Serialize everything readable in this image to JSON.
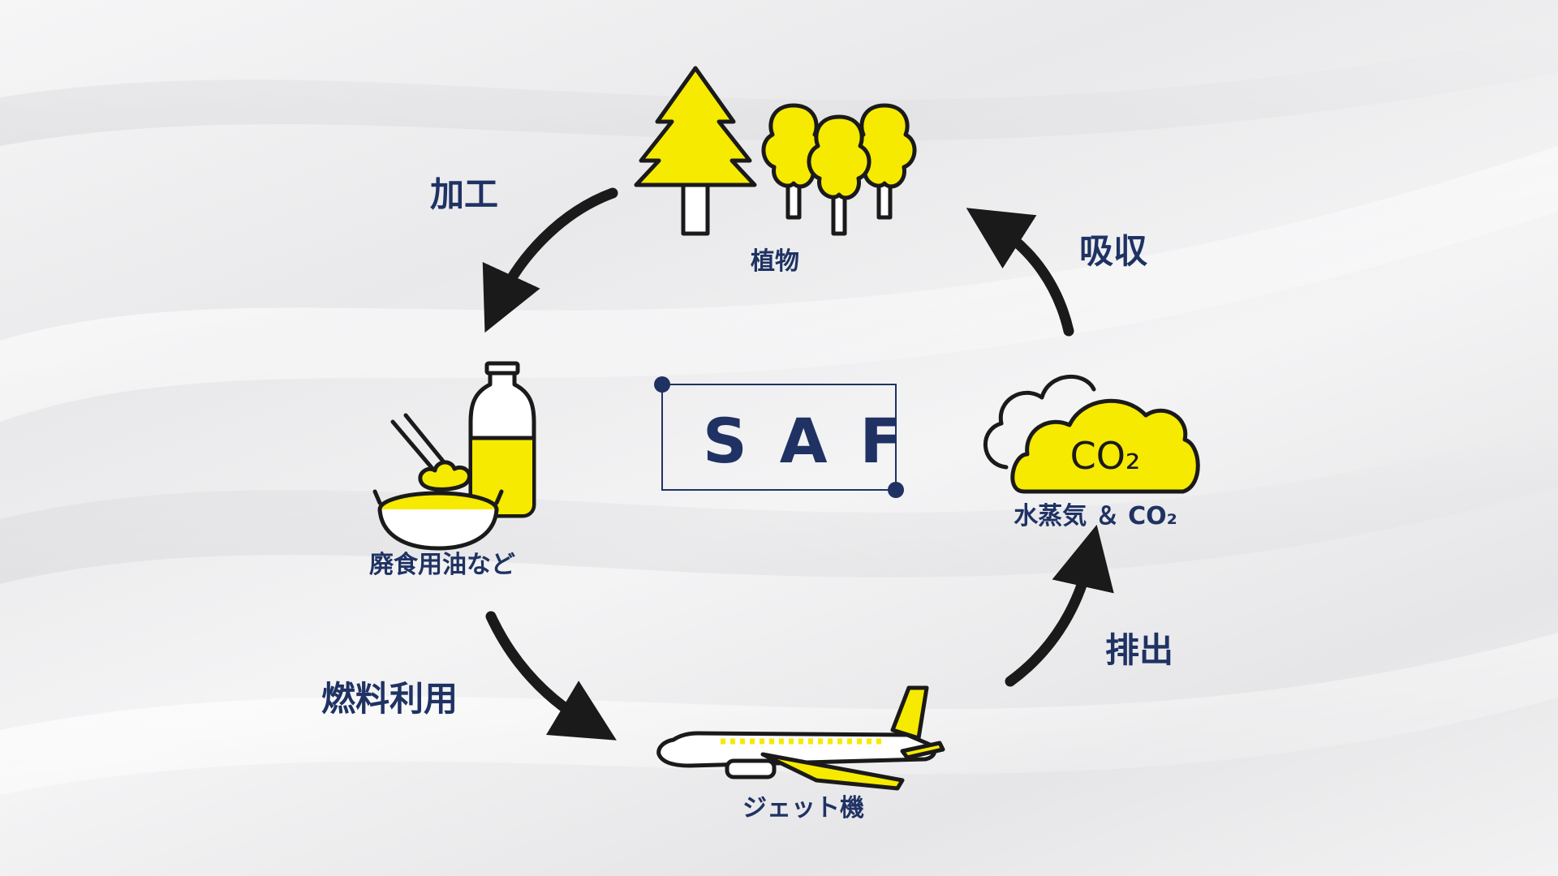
{
  "center": {
    "label": "SAF"
  },
  "nodes": {
    "plants": {
      "label": "植物",
      "icon": "trees-icon"
    },
    "oil": {
      "label": "廃食用油など",
      "icon": "cooking-oil-icon"
    },
    "jet": {
      "label": "ジェット機",
      "icon": "airplane-icon"
    },
    "co2": {
      "label": "水蒸気 ＆ CO₂",
      "icon": "co2-cloud-icon",
      "cloud_text": "CO₂"
    }
  },
  "steps": {
    "process": "加工",
    "fuel_use": "燃料利用",
    "emission": "排出",
    "absorb": "吸収"
  },
  "colors": {
    "accent_yellow": "#f6ea00",
    "navy_text": "#1f3263",
    "arrow_black": "#1a1a1a"
  }
}
